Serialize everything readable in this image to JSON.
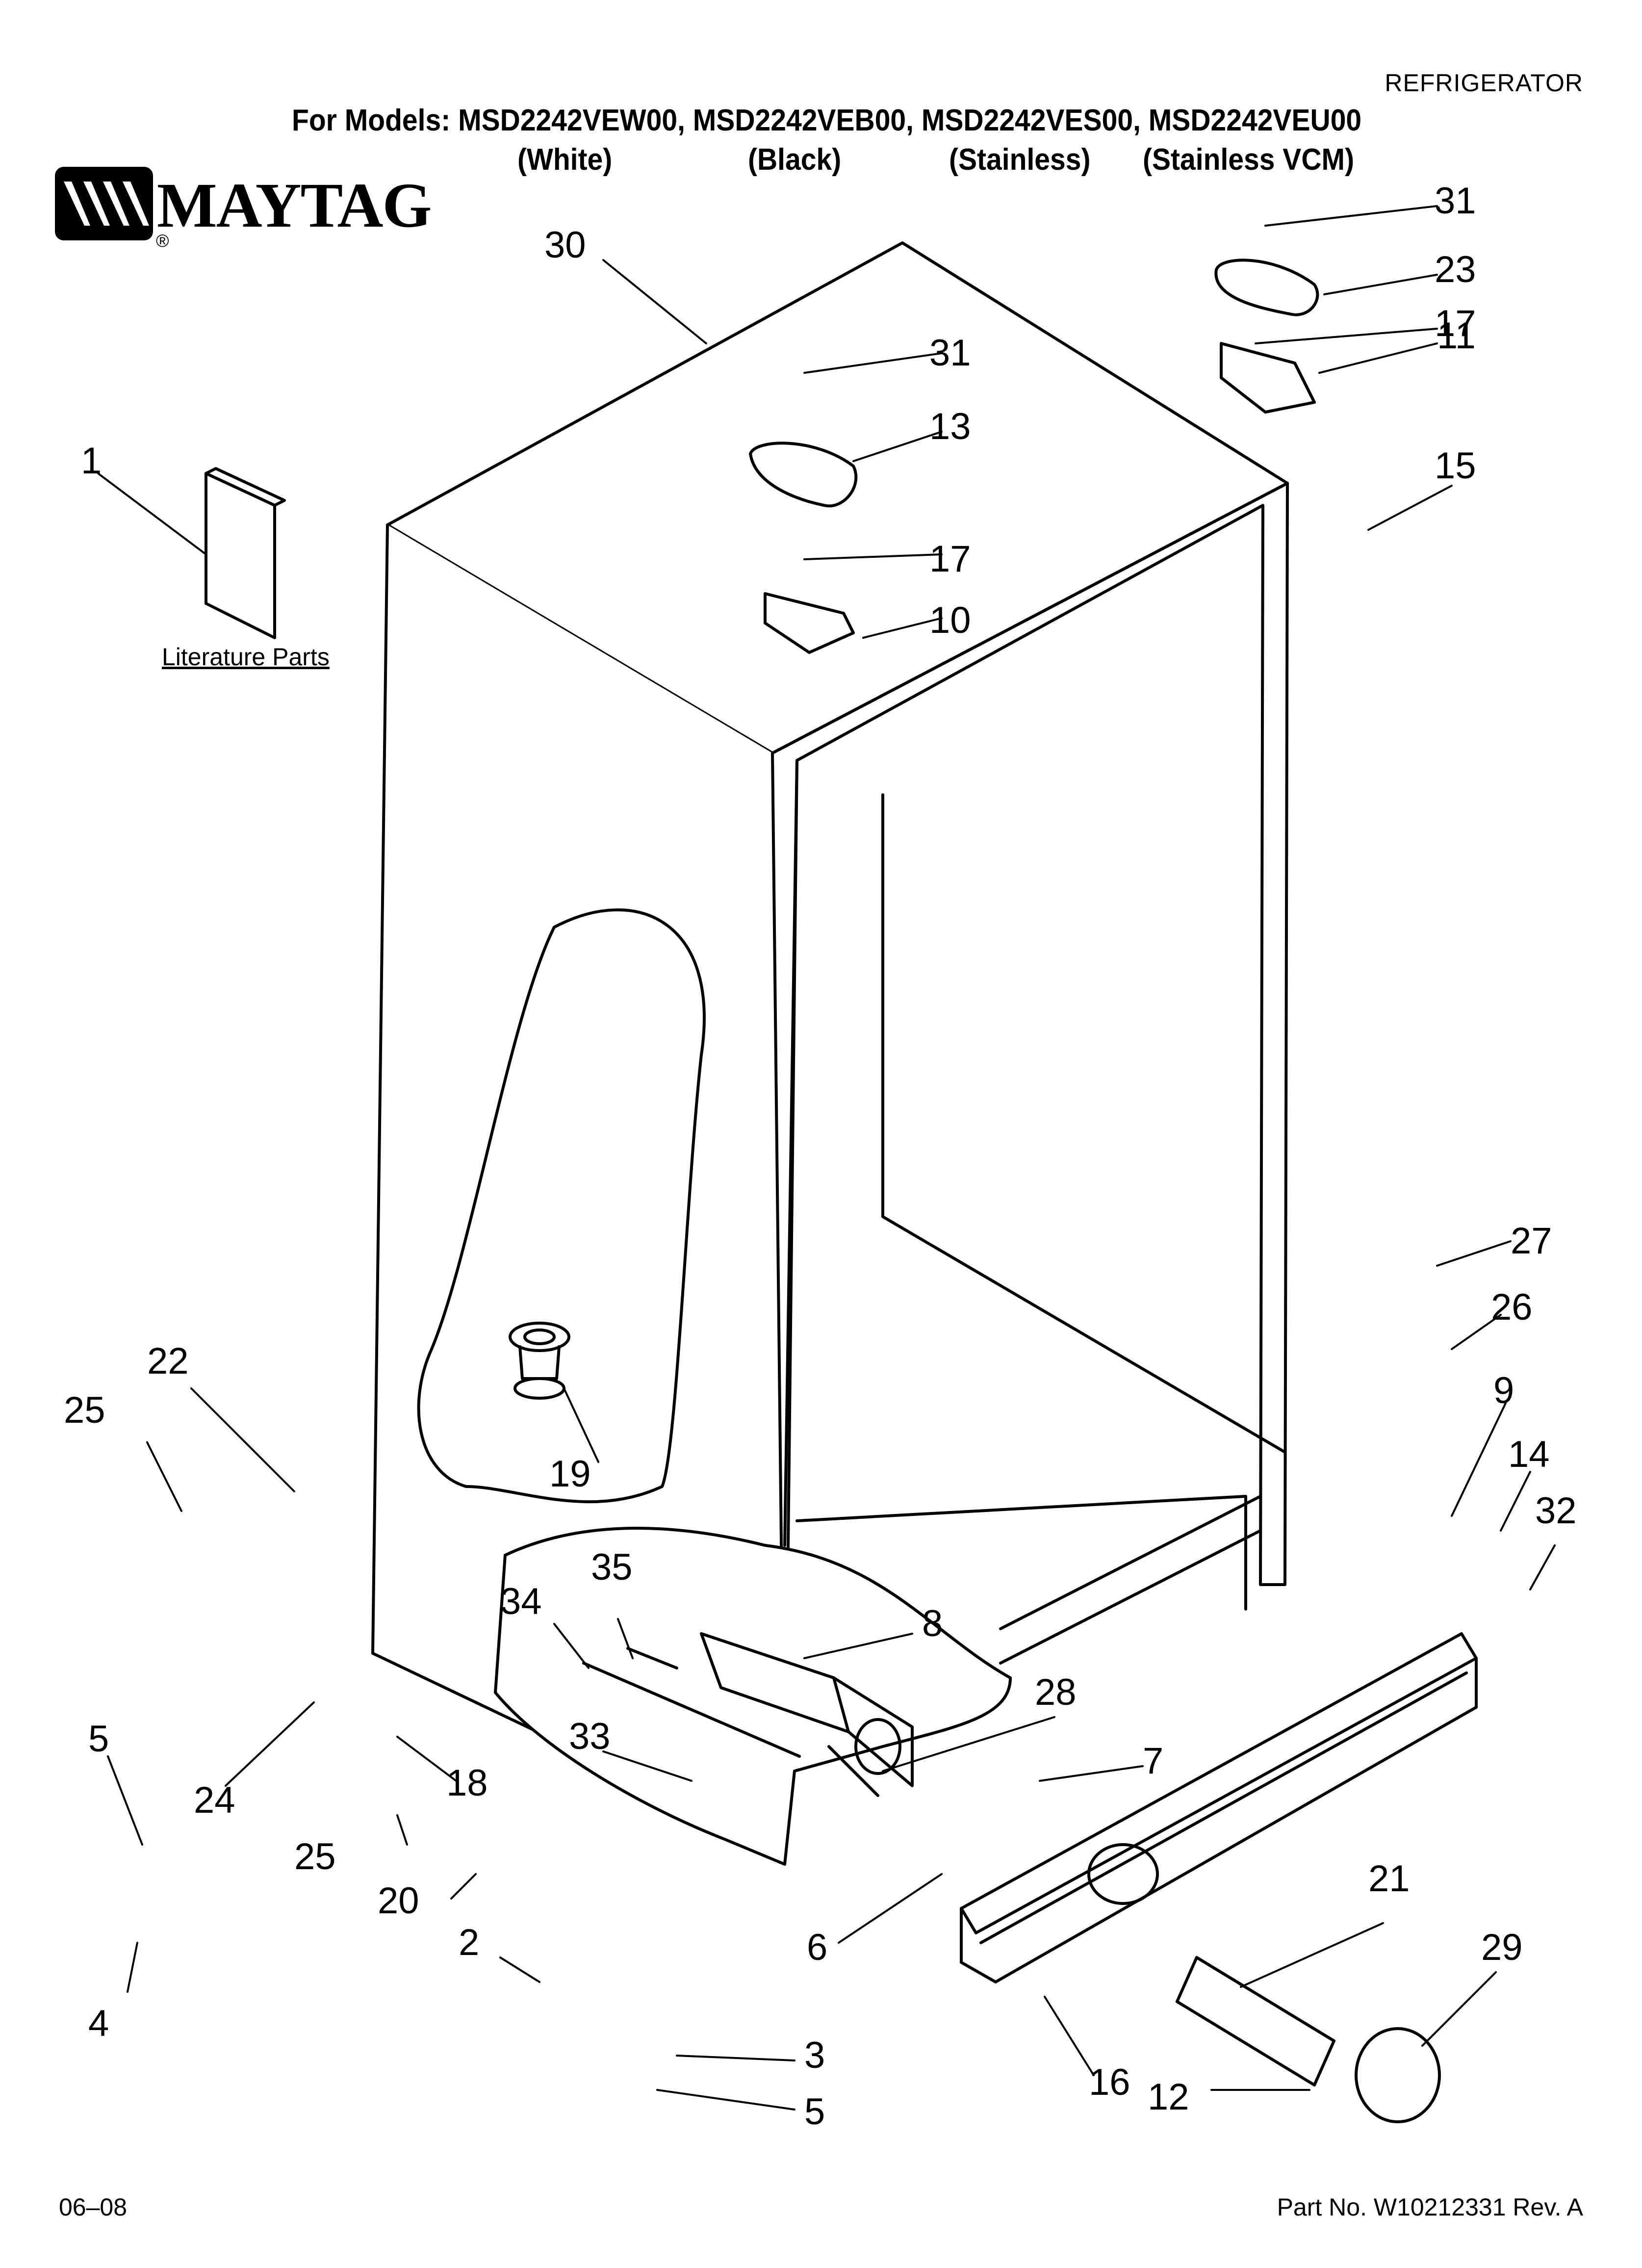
{
  "header": {
    "category": "REFRIGERATOR",
    "models_line": "For Models: MSD2242VEW00, MSD2242VEB00, MSD2242VES00, MSD2242VEU00",
    "variants": [
      "(White)",
      "(Black)",
      "(Stainless)",
      "(Stainless VCM)"
    ]
  },
  "brand": {
    "name": "MAYTAG",
    "registered_mark": "®"
  },
  "labels": {
    "literature": "Literature Parts"
  },
  "callouts": {
    "c1": "1",
    "c2": "2",
    "c3": "3",
    "c4": "4",
    "c5a": "5",
    "c5b": "5",
    "c6": "6",
    "c7": "7",
    "c8": "8",
    "c9": "9",
    "c10": "10",
    "c11": "11",
    "c12": "12",
    "c13": "13",
    "c14": "14",
    "c15": "15",
    "c16": "16",
    "c17a": "17",
    "c17b": "17",
    "c18": "18",
    "c19": "19",
    "c20": "20",
    "c21": "21",
    "c22": "22",
    "c23": "23",
    "c24": "24",
    "c25a": "25",
    "c25b": "25",
    "c26": "26",
    "c27": "27",
    "c28": "28",
    "c29": "29",
    "c30": "30",
    "c31a": "31",
    "c31b": "31",
    "c32": "32",
    "c33": "33",
    "c34": "34",
    "c35": "35"
  },
  "footer": {
    "date": "06–08",
    "part_number": "Part No. W10212331 Rev. A"
  }
}
